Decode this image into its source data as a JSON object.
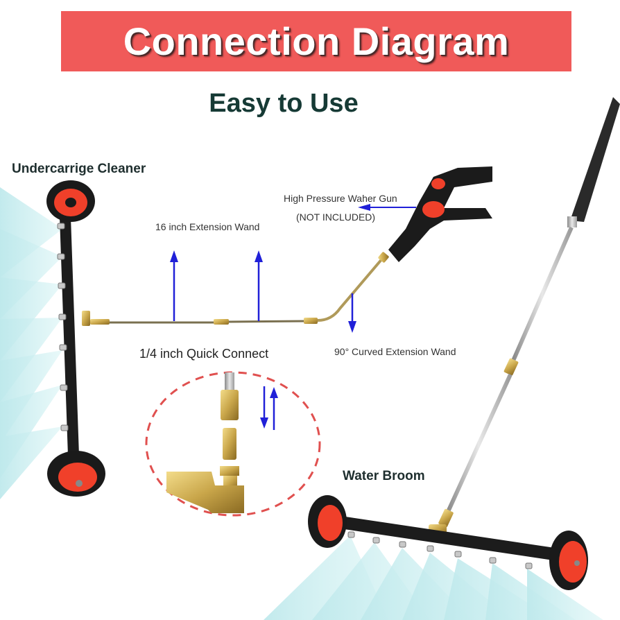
{
  "title": {
    "text": "Connection Diagram",
    "background": "#f05a59",
    "color": "#ffffff"
  },
  "subtitle": {
    "text": "Easy to Use",
    "color": "#163a35"
  },
  "labels": {
    "undercarriage_cleaner": "Undercarrige Cleaner",
    "extension_wand_16": "16 inch Extension Wand",
    "washer_gun": "High Pressure Waher Gun",
    "not_included": "(NOT INCLUDED)",
    "quick_connect": "1/4 inch Quick Connect",
    "curved_wand": "90° Curved Extension Wand",
    "water_broom": "Water Broom"
  },
  "colors": {
    "arrow": "#2020d8",
    "wheel_hub": "#f0402a",
    "wheel_tire": "#1a1a1a",
    "bar": "#1c1c1c",
    "brass": "#c9a64a",
    "steel": "#b8b8b8",
    "spray": "#bfe9ec",
    "dashed_circle": "#e0504f"
  },
  "icons": {
    "gun": "pressure-washer-gun-icon",
    "wheel": "wheel-icon",
    "nozzle": "nozzle-icon",
    "arrow": "arrow-icon",
    "coupler": "quick-connect-coupler-icon"
  }
}
